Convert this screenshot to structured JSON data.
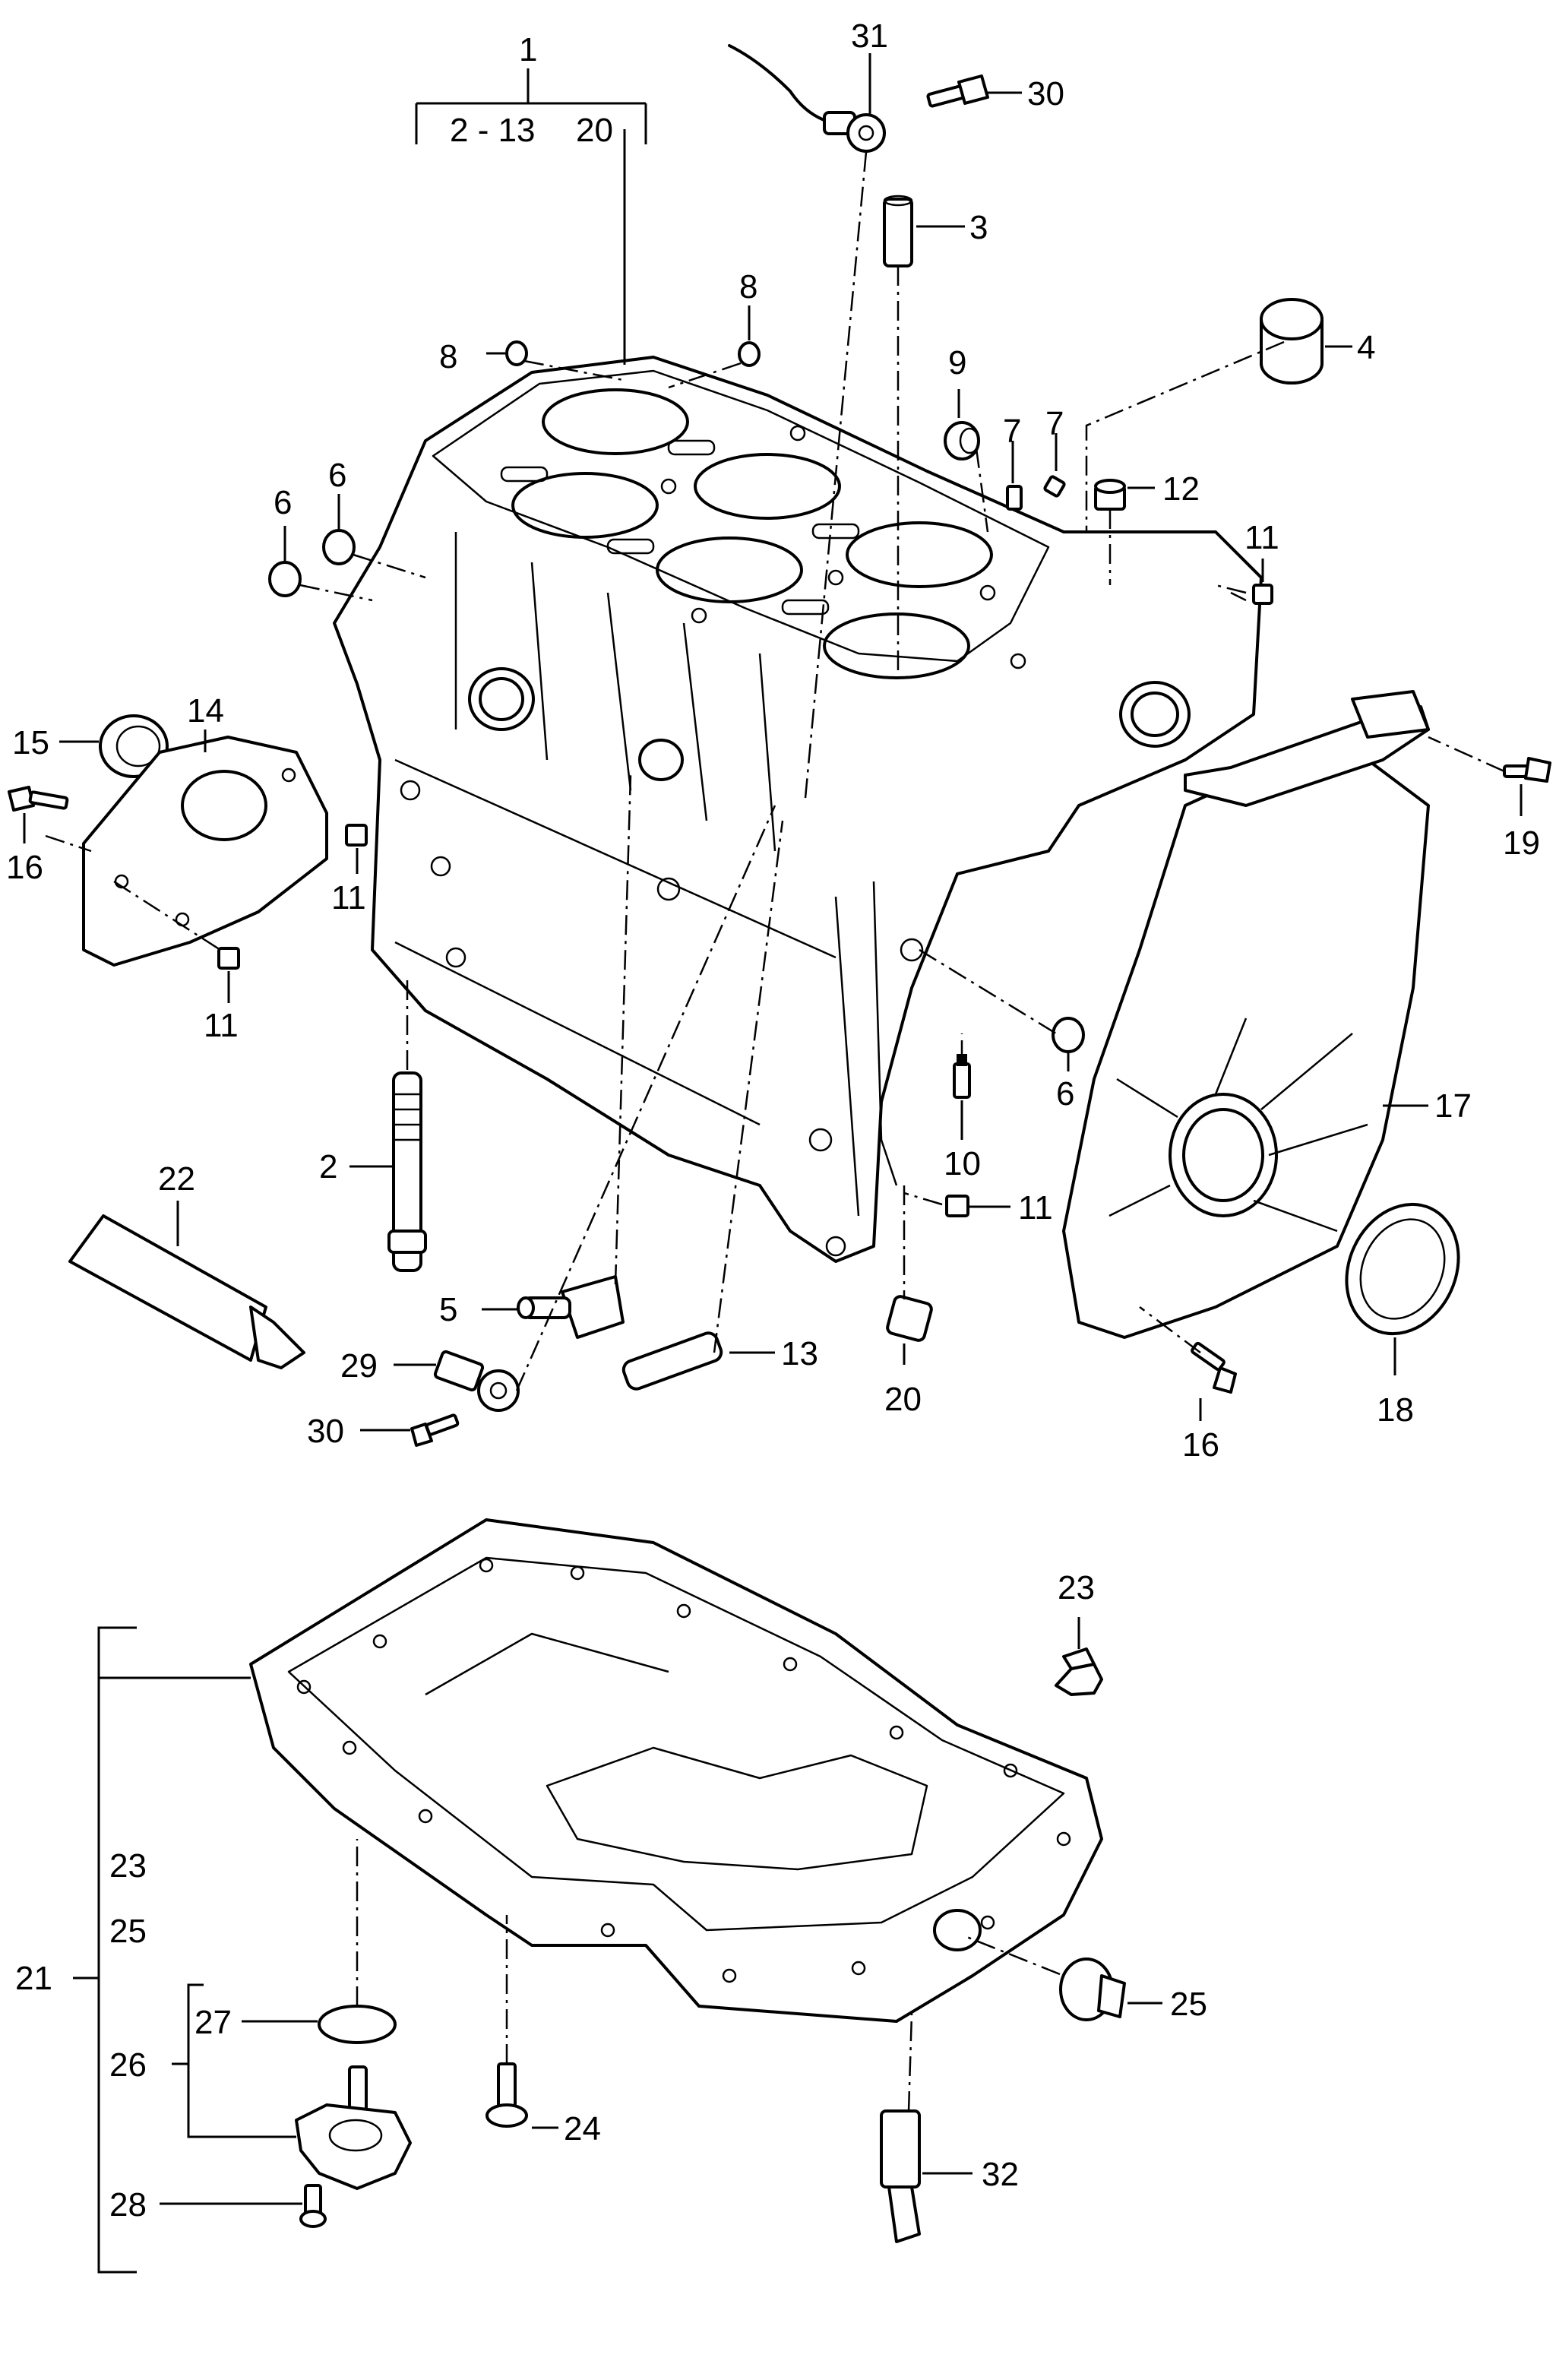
{
  "diagram": {
    "callouts": {
      "c1": "1",
      "c2_13": "2 - 13",
      "c20_top": "20",
      "c2": "2",
      "c3": "3",
      "c4": "4",
      "c5": "5",
      "c6_a": "6",
      "c6_b": "6",
      "c6_c": "6",
      "c7_a": "7",
      "c7_b": "7",
      "c8_a": "8",
      "c8_b": "8",
      "c9": "9",
      "c10": "10",
      "c11_a": "11",
      "c11_b": "11",
      "c11_c": "11",
      "c11_d": "11",
      "c12": "12",
      "c13": "13",
      "c14": "14",
      "c15": "15",
      "c16_a": "16",
      "c16_b": "16",
      "c17": "17",
      "c18": "18",
      "c19": "19",
      "c20": "20",
      "c21": "21",
      "c22": "22",
      "c23": "23",
      "c23_sub": "23",
      "c24": "24",
      "c25": "25",
      "c25_sub": "25",
      "c26": "26",
      "c27": "27",
      "c28": "28",
      "c29": "29",
      "c30_a": "30",
      "c30_b": "30",
      "c31": "31",
      "c32": "32"
    }
  }
}
